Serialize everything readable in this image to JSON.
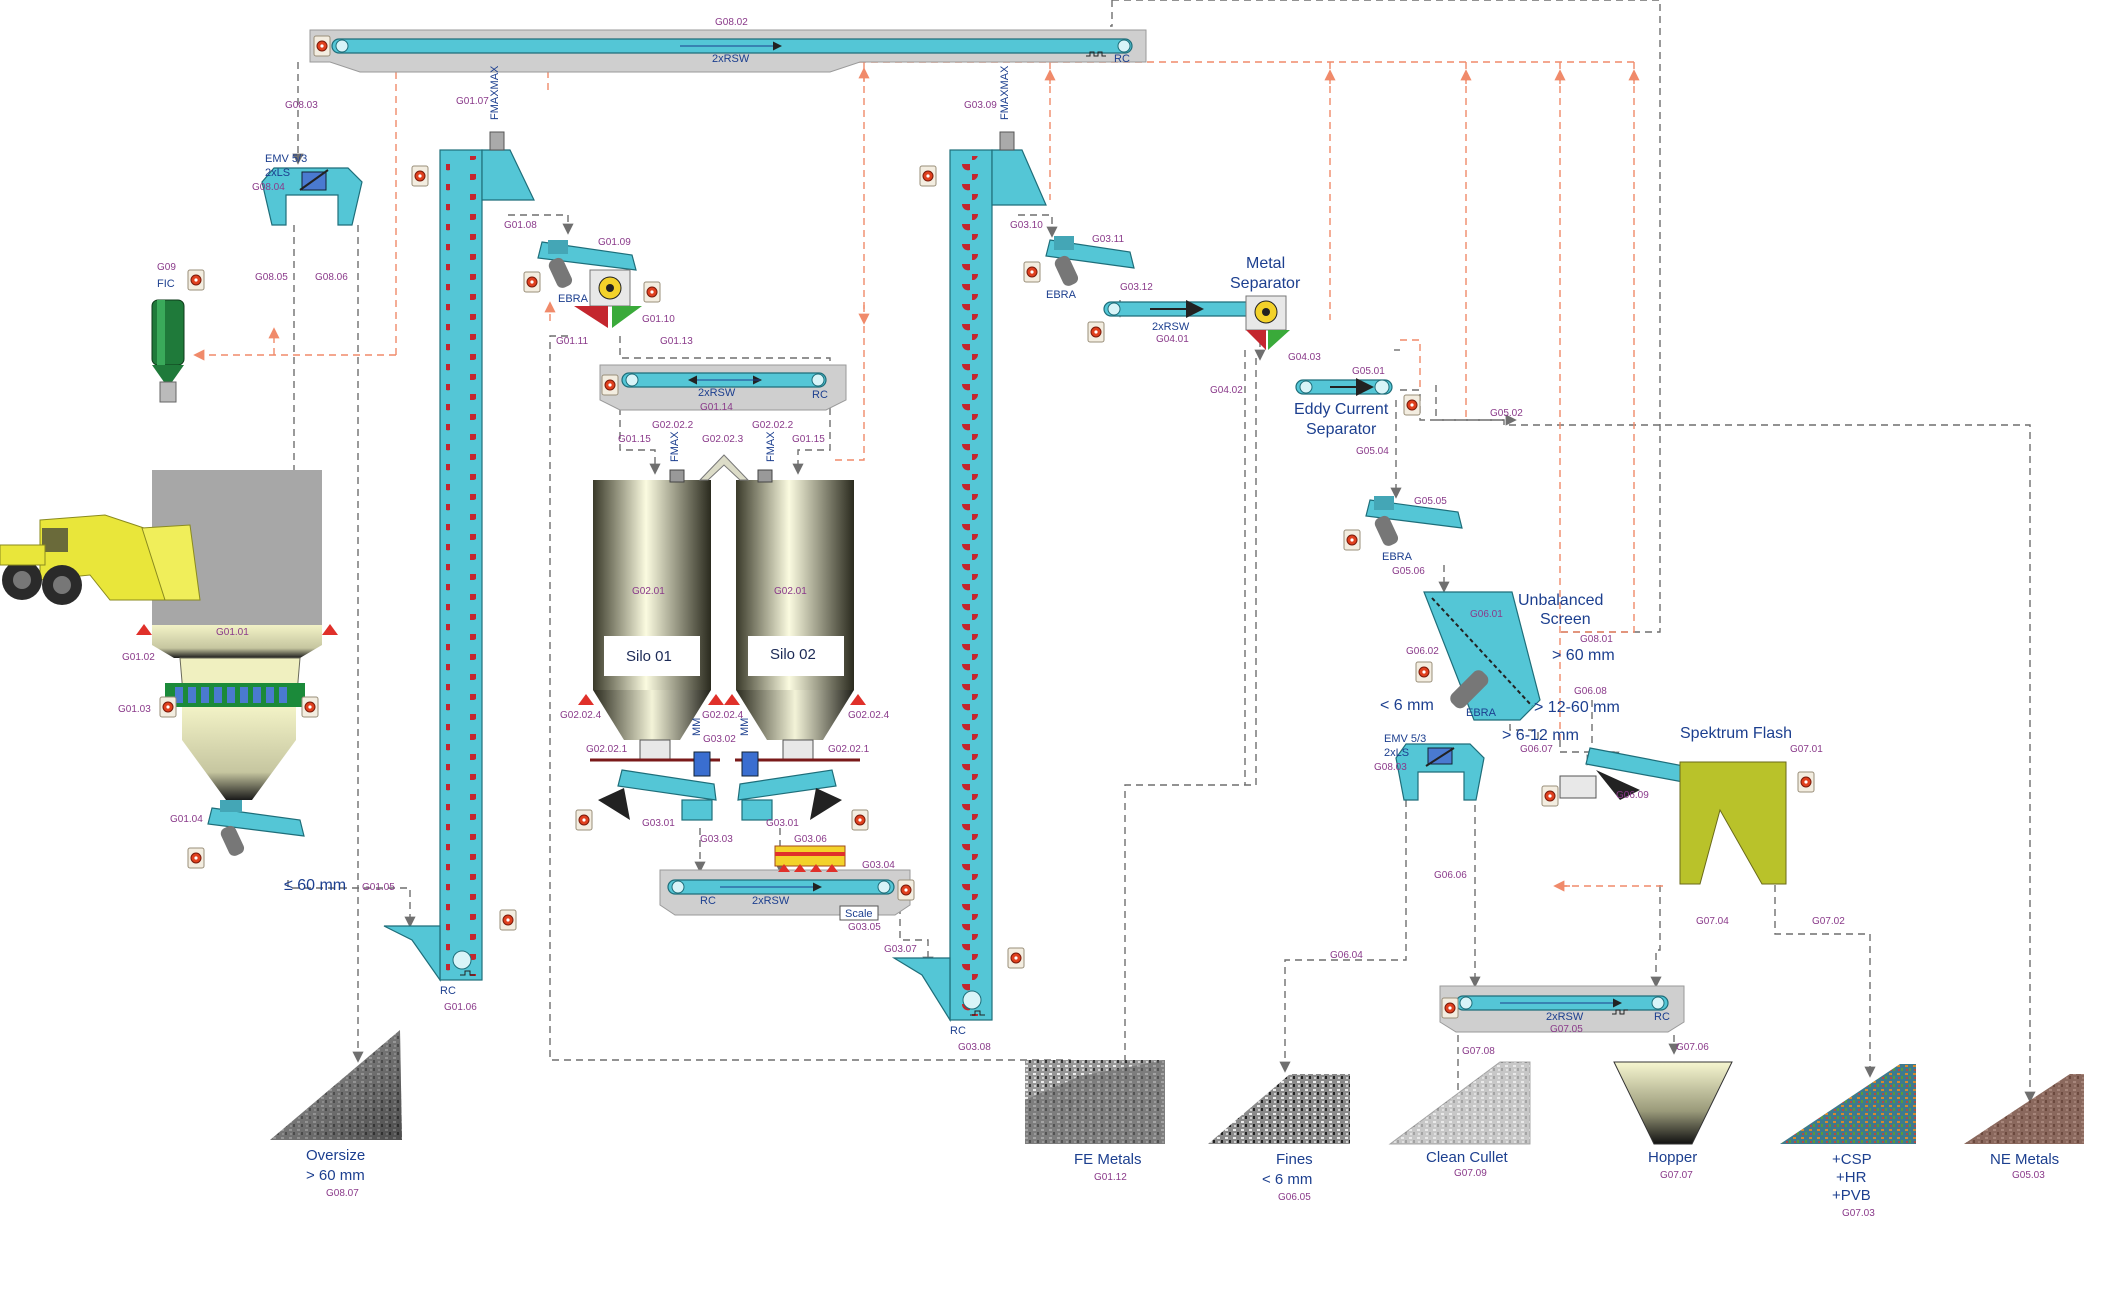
{
  "colors": {
    "conveyor": "#54c6d6",
    "frame": "#cfcfcf",
    "bucket": "#c4262e",
    "label": "#1c3f8f",
    "code": "#8a3a8a",
    "flow_line": "#6f6f6f",
    "return_line": "#f08a6a",
    "loader": "#e9e63a",
    "green_grid": "#1b8a3a"
  },
  "labels": {
    "emv53_top": "EMV 5/3",
    "emv53_top_sub": "2xLS",
    "fic": "FIC",
    "ebra": "EBRA",
    "ebra2": "EBRA",
    "ebra3": "EBRA",
    "ebra4": "EBRA",
    "fmaxmax_1": "FMAXMAX",
    "fmaxmax_2": "FMAXMAX",
    "fmax_1": "FMAX",
    "fmax_2": "FMAX",
    "mm_1": "MM",
    "mm_2": "MM",
    "rc_top": "RC",
    "rc_elev1": "RC",
    "rc_elev2": "RC",
    "rc_silo_conv": "RC",
    "rc_conv03": "RC",
    "rc_conv07": "RC",
    "xrsw_top": "2xRSW",
    "xrsw_silo": "2xRSW",
    "xrsw_g0401": "2xRSW",
    "xrsw_g0303": "2xRSW",
    "xrsw_g0705": "2xRSW",
    "silo01": "Silo 01",
    "silo02": "Silo 02",
    "scale": "Scale",
    "metal_separator_1": "Metal",
    "metal_separator_2": "Separator",
    "eddy_1": "Eddy Current",
    "eddy_2": "Separator",
    "unbalanced_1": "Unbalanced",
    "unbalanced_2": "Screen",
    "gt60": "> 60 mm",
    "lt6": "< 6 mm",
    "r12_60": "> 12-60 mm",
    "r6_12": "> 6-12 mm",
    "emv53_mid": "EMV 5/3",
    "emv53_mid_sub": "2xLS",
    "spektrum": "Spektrum Flash",
    "le60": "≤ 60 mm"
  },
  "outputs": [
    {
      "name": "Oversize",
      "sub": "> 60 mm",
      "code": "G08.07"
    },
    {
      "name": "FE Metals",
      "sub": "",
      "code": "G01.12"
    },
    {
      "name": "Fines",
      "sub": "< 6 mm",
      "code": "G06.05"
    },
    {
      "name": "Clean Cullet",
      "sub": "",
      "code": "G07.09"
    },
    {
      "name": "Hopper",
      "sub": "",
      "code": "G07.07"
    },
    {
      "name": "+CSP",
      "sub": "+HR",
      "sub2": "+PVB",
      "code": "G07.03"
    },
    {
      "name": "NE Metals",
      "sub": "",
      "code": "G05.03"
    }
  ],
  "codes": {
    "g0802": "G08.02",
    "g0803": "G08.03",
    "g0804": "G08.04",
    "g0805": "G08.05",
    "g0806": "G08.06",
    "g09": "G09",
    "g0101": "G01.01",
    "g0102": "G01.02",
    "g0103": "G01.03",
    "g0104": "G01.04",
    "g0105": "G01.05",
    "g0106": "G01.06",
    "g0107": "G01.07",
    "g0108": "G01.08",
    "g0109": "G01.09",
    "g0110": "G01.10",
    "g0111": "G01.11",
    "g0113": "G01.13",
    "g0114": "G01.14",
    "g0115a": "G01.15",
    "g0115b": "G01.15",
    "g020221": "G02.02.2",
    "g020222": "G02.02.2",
    "g02023": "G02.02.3",
    "g0201a": "G02.01",
    "g0201b": "G02.01",
    "g020224a": "G02.02.4",
    "g020224b": "G02.02.4",
    "g020224c": "G02.02.4",
    "g020211a": "G02.02.1",
    "g020211b": "G02.02.1",
    "g0302": "G03.02",
    "g0301a": "G03.01",
    "g0301b": "G03.01",
    "g0303": "G03.03",
    "g0306": "G03.06",
    "g0304": "G03.04",
    "g0305": "G03.05",
    "g0307": "G03.07",
    "g0308": "G03.08",
    "g0309": "G03.09",
    "g0310": "G03.10",
    "g0311": "G03.11",
    "g0312": "G03.12",
    "g0401": "G04.01",
    "g0402": "G04.02",
    "g0403": "G04.03",
    "g0501": "G05.01",
    "g0502": "G05.02",
    "g0504": "G05.04",
    "g0505": "G05.05",
    "g0506": "G05.06",
    "g0601": "G06.01",
    "g0602": "G06.02",
    "g0801": "G08.01",
    "g0607": "G06.07",
    "g0803b": "G08.03",
    "g0608": "G06.08",
    "g0609": "G06.09",
    "g0701": "G07.01",
    "g0606": "G06.06",
    "g0604": "G06.04",
    "g0704": "G07.04",
    "g0702": "G07.02",
    "g0705": "G07.05",
    "g0708": "G07.08",
    "g0706": "G07.06"
  }
}
